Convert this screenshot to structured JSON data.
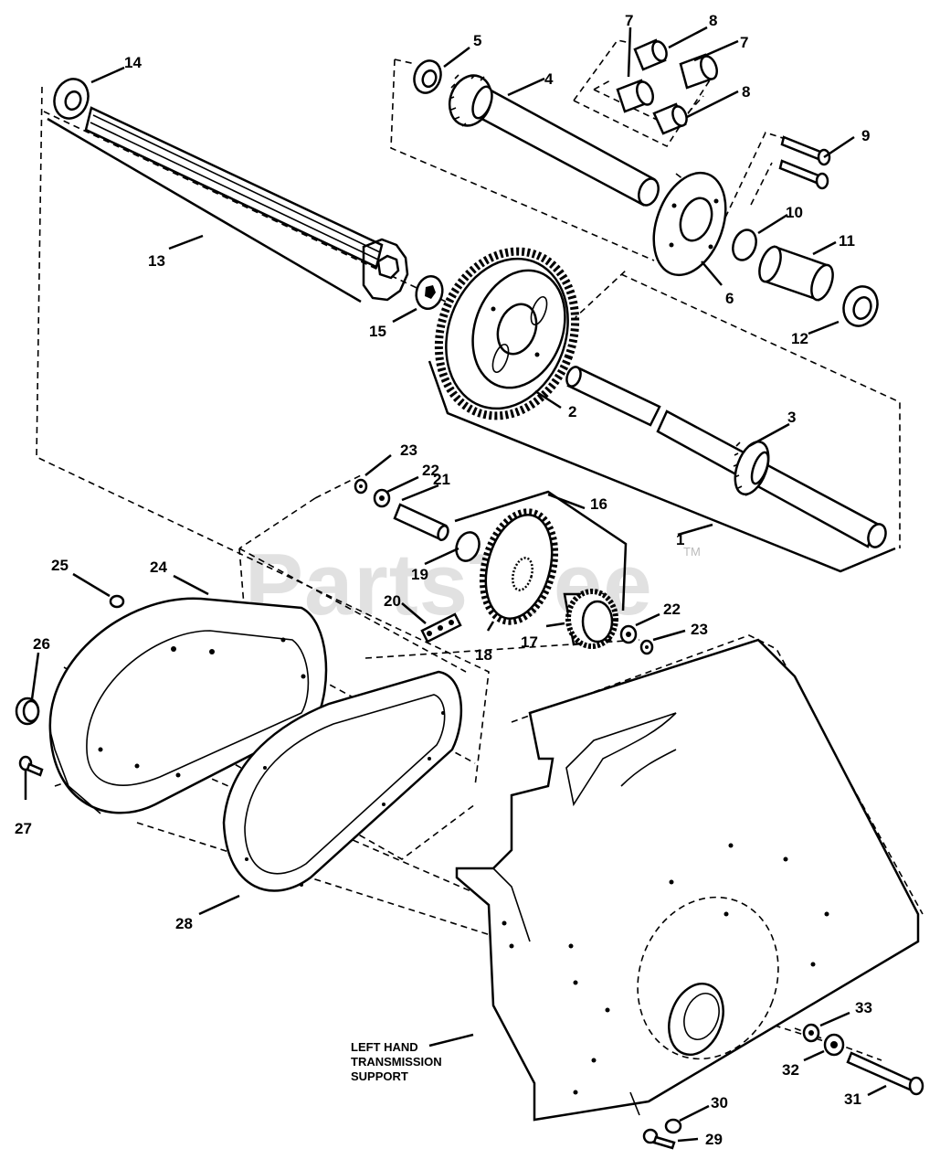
{
  "watermark": {
    "text": "PartsTree",
    "trademark": "TM"
  },
  "support_label": {
    "lines": [
      "LEFT HAND",
      "TRANSMISSION",
      "SUPPORT"
    ]
  },
  "callouts": [
    "1",
    "2",
    "3",
    "4",
    "5",
    "6",
    "7",
    "7",
    "8",
    "8",
    "9",
    "10",
    "11",
    "12",
    "13",
    "14",
    "15",
    "16",
    "17",
    "18",
    "19",
    "20",
    "21",
    "22",
    "22",
    "23",
    "23",
    "24",
    "25",
    "26",
    "27",
    "28",
    "29",
    "30",
    "31",
    "32",
    "33"
  ]
}
